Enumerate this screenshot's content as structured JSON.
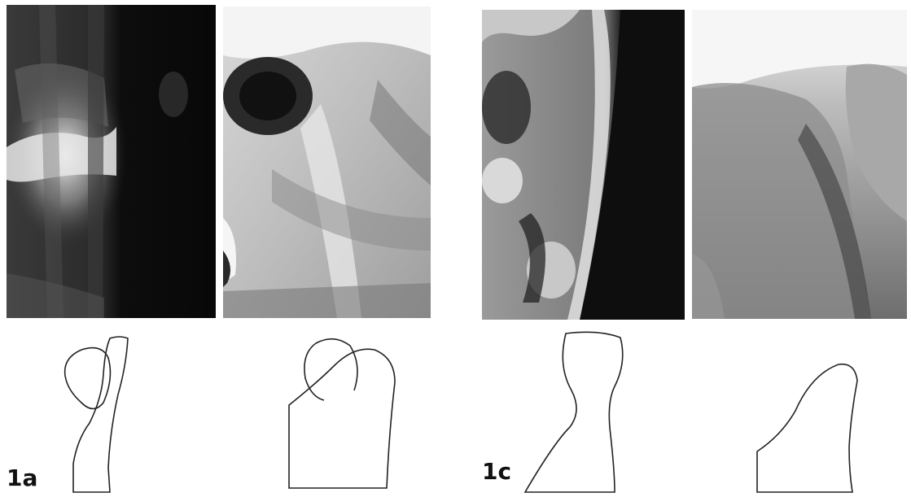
{
  "figure": {
    "panel_labels": [
      "1a",
      "1c"
    ],
    "radiograph_icons": [
      "radiograph-1",
      "radiograph-2",
      "radiograph-3",
      "radiograph-4"
    ],
    "tracing_icons": [
      "tracing-outline-1",
      "tracing-outline-2",
      "tracing-outline-3",
      "tracing-outline-4"
    ],
    "colors": {
      "background": "#ffffff",
      "tracing_stroke": "#222222",
      "label": "#111111"
    }
  }
}
